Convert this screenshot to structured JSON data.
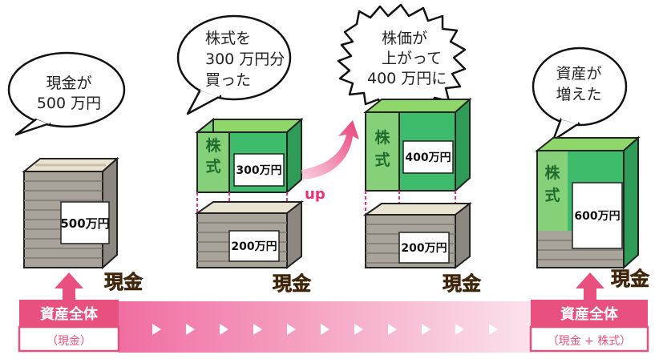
{
  "bubbles": {
    "b1": [
      "現金が",
      "500 万円"
    ],
    "b2": [
      "株式を",
      "300 万円分",
      "買った"
    ],
    "b3": [
      "株価が",
      "上がって",
      "400 万円に"
    ],
    "b4": [
      "資産が",
      "増えた"
    ]
  },
  "blocks": {
    "cash1": "500万円",
    "stock2": "300万円",
    "cash2": "200万円",
    "stock3": "400万円",
    "cash3": "200万円",
    "stock4": "600万円",
    "stock_kanji": "株式"
  },
  "labels": {
    "genkin": "現金",
    "up": "up"
  },
  "footer": {
    "left_title": "資産全体",
    "left_sub": "（現金）",
    "right_title": "資産全体",
    "right_sub": "（現金 + 株式）"
  },
  "colors": {
    "stock_green": "#3dbd6c",
    "stock_light": "#7ed07a",
    "cash_gray": "#a8a49a",
    "pink": "#e8507f",
    "brown": "#7a4a1a"
  }
}
